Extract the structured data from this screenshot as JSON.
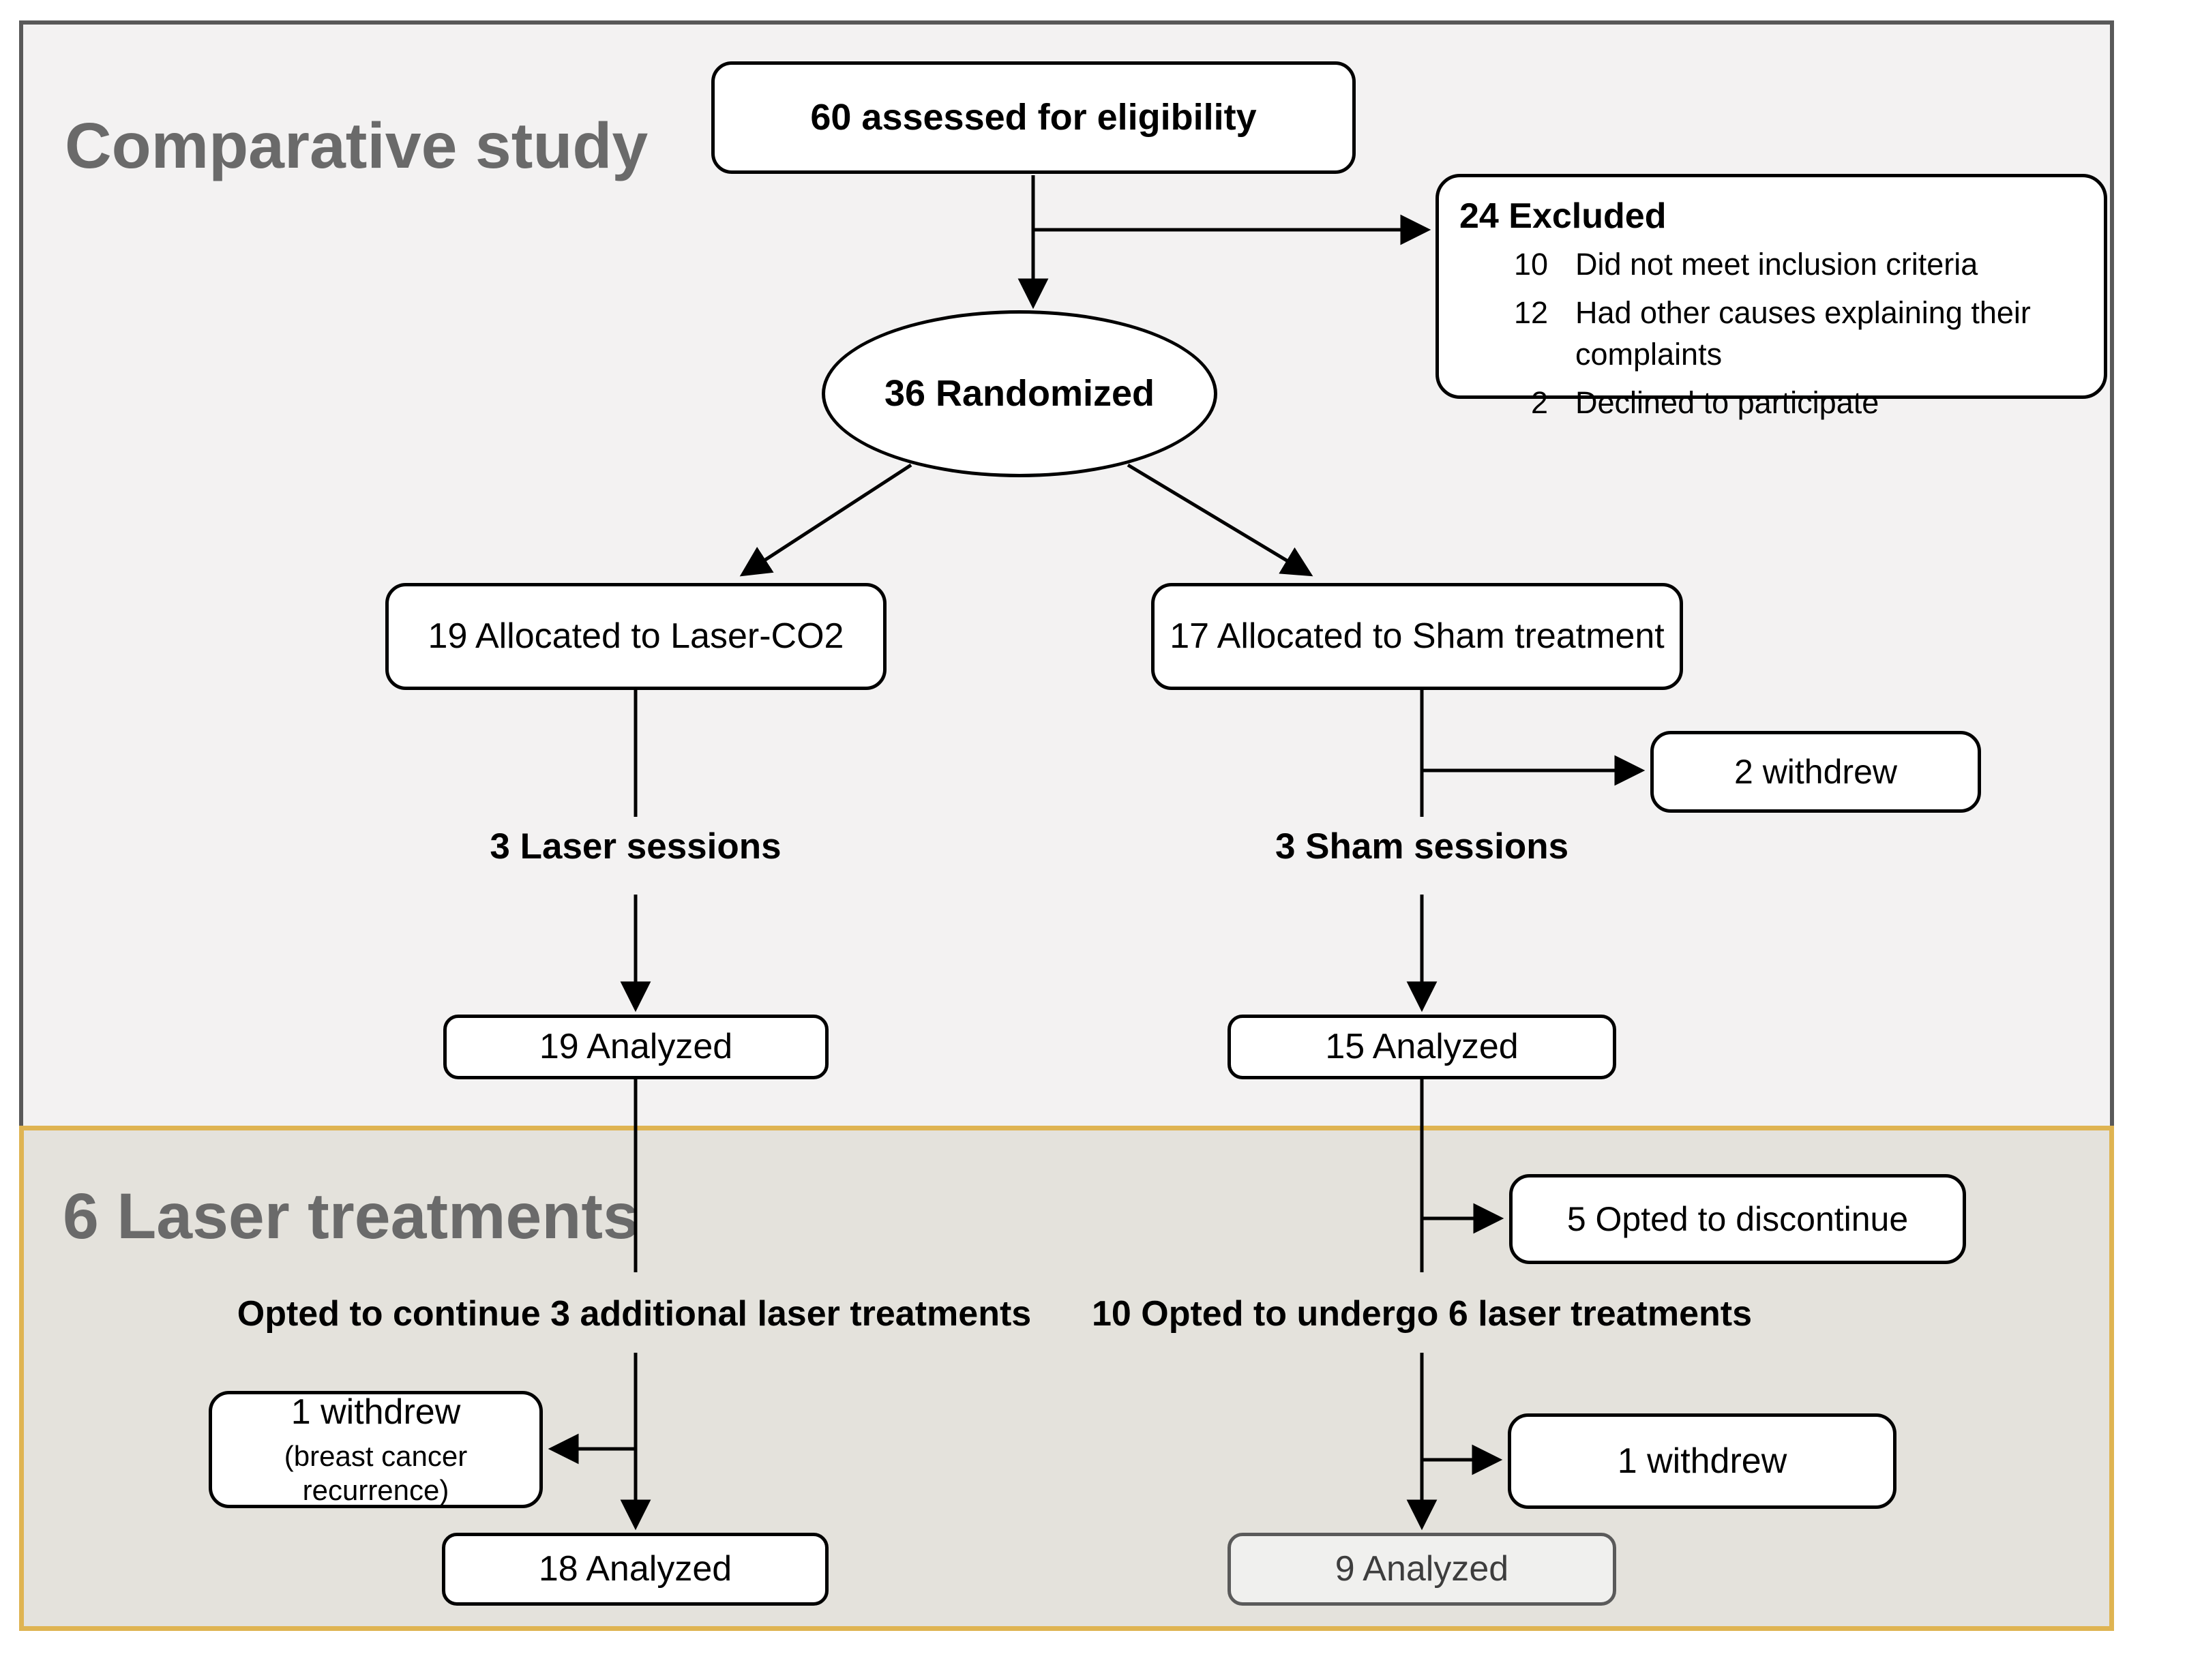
{
  "figure": {
    "type": "consort-flow-diagram",
    "background": "#ffffff"
  },
  "sections": {
    "comparative": {
      "title": "Comparative study",
      "background": "#f3f2f2",
      "border_color": "#595959",
      "title_color": "#6a6a6a"
    },
    "laser_treatments": {
      "title": "6 Laser treatments",
      "background": "#e4e2dc",
      "border_color": "#dfb452",
      "title_color": "#6a6a6a"
    }
  },
  "flow": {
    "assessed": {
      "label": "60 assessed for eligibility"
    },
    "excluded": {
      "title": "24 Excluded",
      "items": [
        {
          "count": "10",
          "reason": "Did not meet inclusion criteria"
        },
        {
          "count": "12",
          "reason": "Had other causes explaining their complaints"
        },
        {
          "count": "2",
          "reason": "Declined to participate"
        }
      ]
    },
    "randomized": {
      "label": "36 Randomized"
    },
    "laser_arm": {
      "allocated": "19 Allocated to Laser-CO2",
      "sessions_label": "3 Laser sessions",
      "analyzed_after_3": "19 Analyzed",
      "continue_label": "Opted to continue 3 additional laser treatments",
      "withdrew": "1 withdrew",
      "withdrew_reason": "(breast cancer recurrence)",
      "analyzed_after_6": "18 Analyzed"
    },
    "sham_arm": {
      "allocated": "17 Allocated to Sham treatment",
      "withdrew_early": "2 withdrew",
      "sessions_label": "3 Sham sessions",
      "analyzed_after_3": "15 Analyzed",
      "discontinued": "5 Opted to discontinue",
      "undergo_label": "10 Opted to undergo 6 laser treatments",
      "withdrew": "1 withdrew",
      "analyzed_after_6": "9 Analyzed"
    },
    "line_color": "#000000",
    "box_border_color": "#000000",
    "muted_box": {
      "background": "#f0f0ee",
      "border_color": "#5a5a5a",
      "text_color": "#3d3d3d"
    }
  }
}
